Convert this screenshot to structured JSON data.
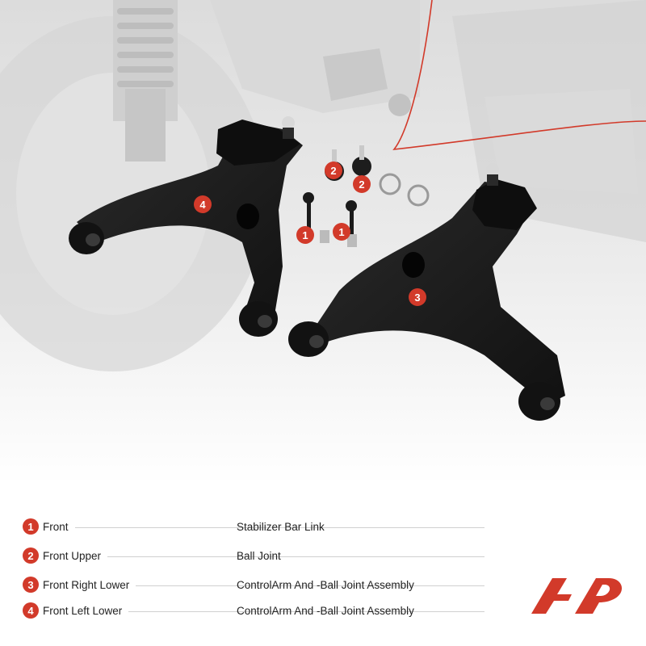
{
  "callouts": [
    "1",
    "1",
    "2",
    "2",
    "3",
    "4"
  ],
  "legend": [
    {
      "num": "1",
      "position": "Front",
      "part": "Stabilizer Bar Link"
    },
    {
      "num": "2",
      "position": "Front Upper",
      "part": "Ball Joint"
    },
    {
      "num": "3",
      "position": "Front Right Lower",
      "part": "ControlArm And -Ball Joint Assembly"
    },
    {
      "num": "4",
      "position": "Front Left Lower",
      "part": "ControlArm And -Ball Joint Assembly"
    }
  ],
  "colors": {
    "accent": "#d23a2a",
    "arm": "#1c1c1c",
    "background_photo": "#e6e6e6"
  }
}
